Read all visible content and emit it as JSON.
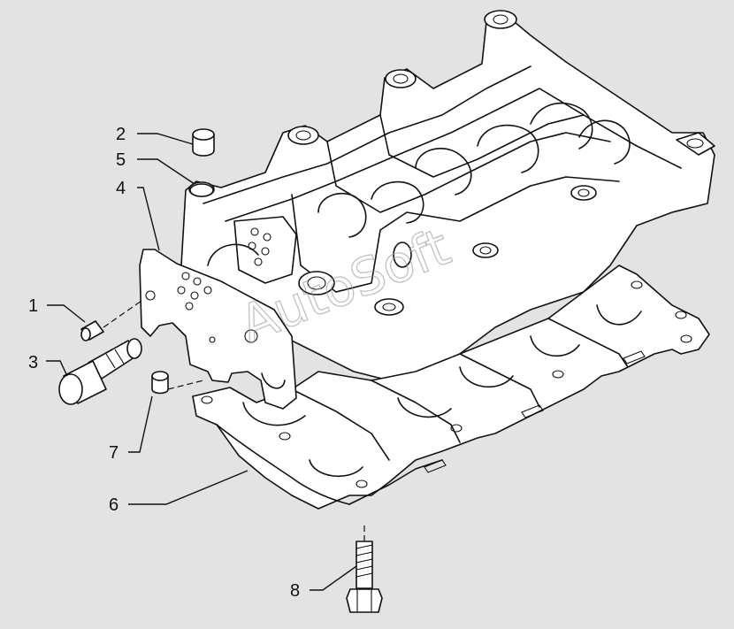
{
  "diagram": {
    "watermark": "AutoSoft",
    "callouts": [
      {
        "id": "1",
        "label": "1"
      },
      {
        "id": "2",
        "label": "2"
      },
      {
        "id": "3",
        "label": "3"
      },
      {
        "id": "4",
        "label": "4"
      },
      {
        "id": "5",
        "label": "5"
      },
      {
        "id": "6",
        "label": "6"
      },
      {
        "id": "7",
        "label": "7"
      },
      {
        "id": "8",
        "label": "8"
      }
    ],
    "colors": {
      "background": "#e3e3e3",
      "line": "#111111",
      "part_fill": "#ffffff"
    }
  }
}
